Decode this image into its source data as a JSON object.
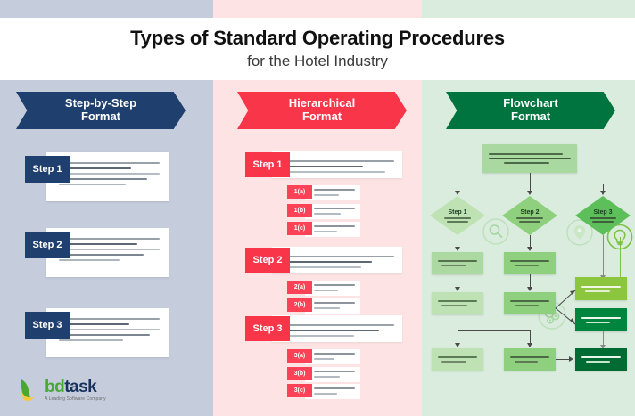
{
  "header": {
    "title": "Types of Standard Operating Procedures",
    "subtitle": "for the Hotel Industry"
  },
  "colors": {
    "band_blue": "#c5ccdc",
    "band_pink": "#fde3e4",
    "band_green": "#d9ecdd",
    "navy": "#1f3f6e",
    "red": "#f93549",
    "green": "#00743f"
  },
  "columns": [
    {
      "id": "step-by-step",
      "banner_label": "Step-by-Step\nFormat",
      "banner_line1": "Step-by-Step",
      "banner_line2": "Format",
      "steps": [
        {
          "label": "Step 1"
        },
        {
          "label": "Step 2"
        },
        {
          "label": "Step 3"
        }
      ]
    },
    {
      "id": "hierarchical",
      "banner_label": "Hierarchical Format",
      "banner_line1": "Hierarchical",
      "banner_line2": "Format",
      "steps": [
        {
          "label": "Step 1",
          "substeps": [
            "1(a)",
            "1(b)",
            "1(c)"
          ]
        },
        {
          "label": "Step 2",
          "substeps": [
            "2(a)",
            "2(b)"
          ]
        },
        {
          "label": "Step 3",
          "substeps": [
            "3(a)",
            "3(b)",
            "3(c)"
          ]
        }
      ]
    },
    {
      "id": "flowchart",
      "banner_label": "Flowchart Format",
      "banner_line1": "Flowchart",
      "banner_line2": "Format",
      "nodes": {
        "root": "",
        "decisions": [
          "Step 1",
          "Step 2",
          "Step 3"
        ]
      },
      "decoration_icons": [
        "magnifier-icon",
        "location-pin-icon",
        "lightbulb-icon",
        "gears-icon"
      ]
    }
  ],
  "logo": {
    "name_part1": "bd",
    "name_part2": "task",
    "tagline": "A Leading Software Company"
  }
}
